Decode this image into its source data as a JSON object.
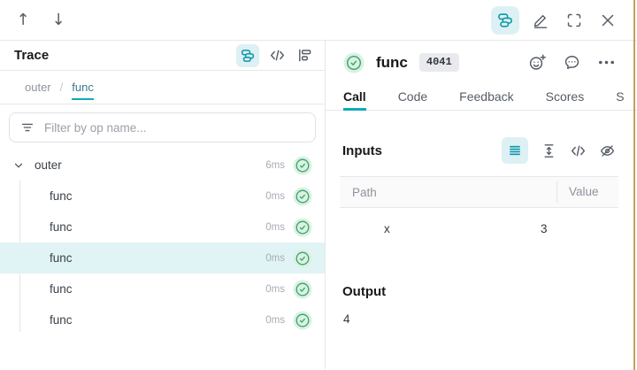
{
  "toolbar": {
    "up_glyph": "↑",
    "down_glyph": "↓"
  },
  "trace_panel": {
    "title": "Trace",
    "breadcrumb": {
      "items": [
        "outer",
        "func"
      ],
      "separator": "/"
    },
    "filter": {
      "placeholder": "Filter by op name..."
    },
    "tree": [
      {
        "label": "outer",
        "duration": "6ms",
        "depth": 0,
        "expanded": true,
        "selected": false
      },
      {
        "label": "func",
        "duration": "0ms",
        "depth": 1,
        "selected": false
      },
      {
        "label": "func",
        "duration": "0ms",
        "depth": 1,
        "selected": false
      },
      {
        "label": "func",
        "duration": "0ms",
        "depth": 1,
        "selected": true
      },
      {
        "label": "func",
        "duration": "0ms",
        "depth": 1,
        "selected": false
      },
      {
        "label": "func",
        "duration": "0ms",
        "depth": 1,
        "selected": false
      }
    ]
  },
  "call_panel": {
    "status": "success",
    "title": "func",
    "badge": "4041",
    "tabs": [
      {
        "label": "Call",
        "active": true
      },
      {
        "label": "Code",
        "active": false
      },
      {
        "label": "Feedback",
        "active": false
      },
      {
        "label": "Scores",
        "active": false
      },
      {
        "label": "S",
        "active": false
      }
    ],
    "inputs": {
      "heading": "Inputs",
      "columns": [
        "Path",
        "Value"
      ],
      "rows": [
        {
          "path": "x",
          "value": "3"
        }
      ]
    },
    "output": {
      "heading": "Output",
      "value": "4"
    }
  },
  "colors": {
    "accent_teal": "#0E97A7",
    "accent_teal_underline": "#13A9BA",
    "accent_teal_bg": "#DDF1F4",
    "selected_row_bg": "#E1F4F5",
    "success_green": "#3CA06C",
    "success_green_bg": "#D9F2E2",
    "border": "#E6E8EB",
    "muted_text": "#8E949E",
    "edge_tan": "#C3A05E"
  }
}
